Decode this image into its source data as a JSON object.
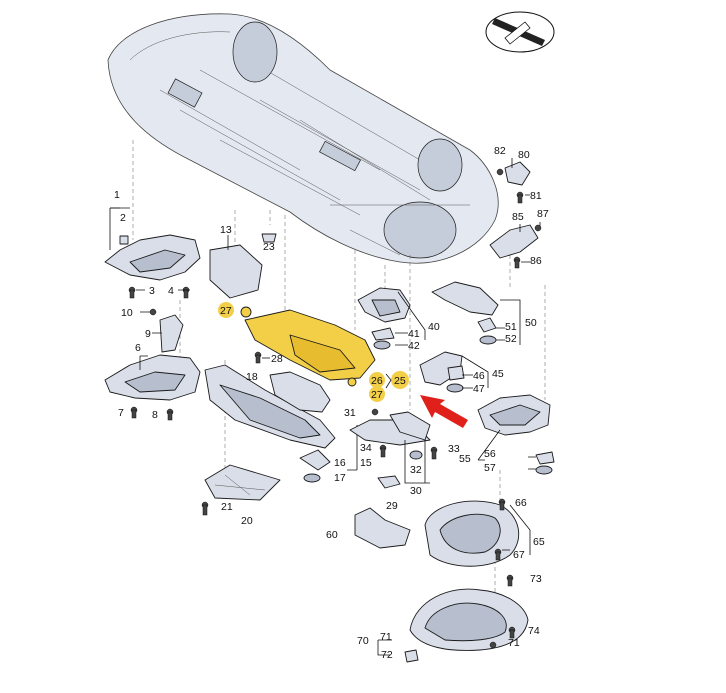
{
  "labels": {
    "p1": "1",
    "p2": "2",
    "p3": "3",
    "p4": "4",
    "p6": "6",
    "p7": "7",
    "p8": "8",
    "p9": "9",
    "p10": "10",
    "p13": "13",
    "p15": "15",
    "p16": "16",
    "p17": "17",
    "p18": "18",
    "p20": "20",
    "p21": "21",
    "p23": "23",
    "p25": "25",
    "p26": "26",
    "p27a": "27",
    "p27b": "27",
    "p28": "28",
    "p29": "29",
    "p30": "30",
    "p31": "31",
    "p32": "32",
    "p33": "33",
    "p34": "34",
    "p40": "40",
    "p41": "41",
    "p42": "42",
    "p45": "45",
    "p46": "46",
    "p47": "47",
    "p50": "50",
    "p51": "51",
    "p52": "52",
    "p55": "55",
    "p56": "56",
    "p57": "57",
    "p60": "60",
    "p65": "65",
    "p66": "66",
    "p67": "67",
    "p70": "70",
    "p71a": "71",
    "p71b": "71",
    "p72": "72",
    "p73": "73",
    "p74": "74",
    "p80": "80",
    "p81": "81",
    "p82": "82",
    "p85": "85",
    "p86": "86",
    "p87": "87"
  },
  "highlight_color": "#f3cf48",
  "arrow_color": "#e0201b",
  "icons": {
    "direction": "car-direction-icon",
    "indicator": "red-arrow-indicator"
  }
}
